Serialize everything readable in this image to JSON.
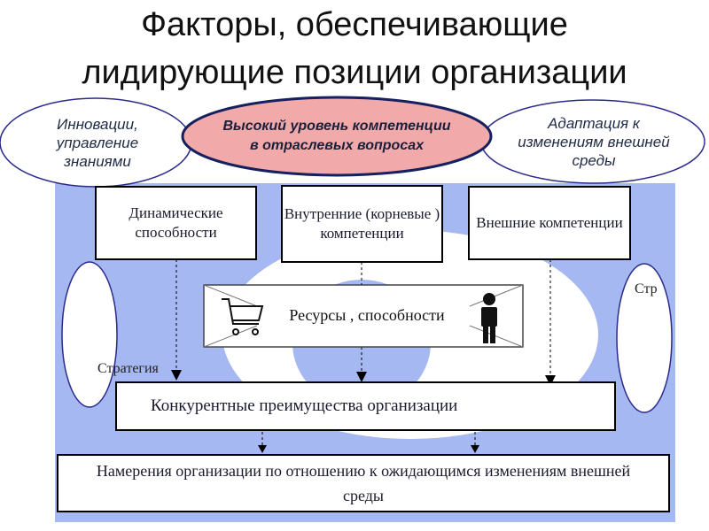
{
  "title": {
    "line1": "Факторы, обеспечивающие",
    "line2": "лидирующие позиции организации"
  },
  "top_ovals": {
    "left": "Инновации, управление знаниями",
    "center": "Высокий уровень компетенции в отраслевых вопросах",
    "right": "Адаптация к изменениям внешней среды"
  },
  "boxes": {
    "dynamic": "Динамические способности",
    "internal": "Внутренние (корневые ) компетенции",
    "external": "Внешние компетенции",
    "resources": "Ресурсы , способности",
    "advantages": "Конкурентные преимущества организации",
    "intentions": "Намерения организации по  отношению к  ожидающимся изменениям внешней среды"
  },
  "side_labels": {
    "left": "Стратегия",
    "right": "Стр"
  },
  "colors": {
    "panel": "#a6b8f2",
    "center_oval_fill": "#f2a9a9",
    "center_oval_stroke": "#17205e",
    "side_oval_stroke": "#2b2b8c",
    "box_border": "#000000"
  },
  "icons": [
    "shopping-cart-icon",
    "person-icon"
  ]
}
